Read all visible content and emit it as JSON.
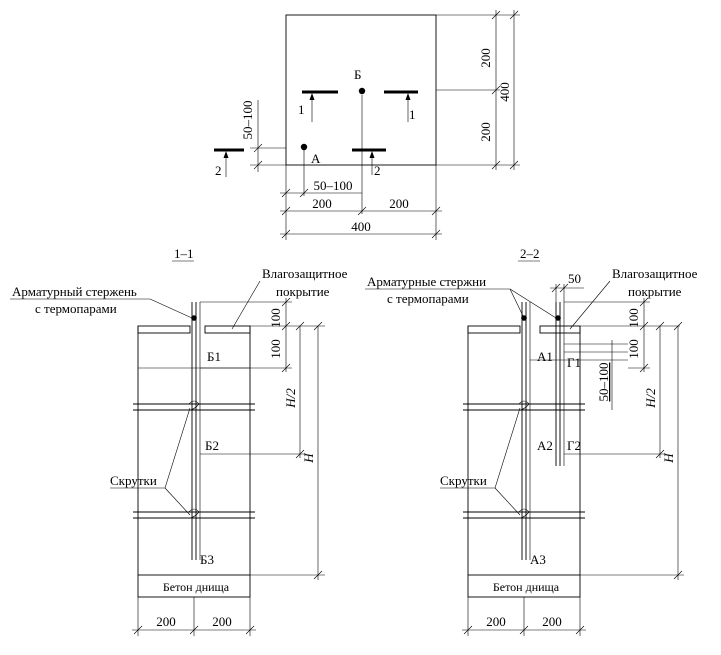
{
  "plan": {
    "point_a": "А",
    "point_b": "Б",
    "dim_200_top": "200",
    "dim_200_bottom": "200",
    "dim_400_right": "400",
    "dim_50_100_left": "50–100",
    "dim_50_100_bottom": "50–100",
    "dim_200_left": "200",
    "dim_200_right": "200",
    "dim_400_bottom": "400",
    "section1_left": "1",
    "section1_right": "1",
    "section2_left": "2",
    "section2_right": "2"
  },
  "section_1_1": {
    "title": "1–1",
    "rebar_label": "Арматурный стержень",
    "thermo_label": "с термопарами",
    "coating_label_1": "Влагозащитное",
    "coating_label_2": "покрытие",
    "dim_100_top": "100",
    "dim_100_bottom": "100",
    "b1": "Б1",
    "b2": "Б2",
    "b3": "Б3",
    "dim_h_half": "H/2",
    "dim_h": "H",
    "twists_label": "Скрутки",
    "bottom_concrete": "Бетон днища",
    "dim_200_left": "200",
    "dim_200_right": "200"
  },
  "section_2_2": {
    "title": "2–2",
    "rebars_label": "Арматурные стержни",
    "thermo_label": "с термопарами",
    "coating_label_1": "Влагозащитное",
    "coating_label_2": "покрытие",
    "dim_50": "50",
    "dim_100_top": "100",
    "dim_100_bottom": "100",
    "a1": "А1",
    "g1": "Г1",
    "a2": "А2",
    "g2": "Г2",
    "a3": "А3",
    "dim_50_100": "50–100",
    "dim_h_half": "H/2",
    "dim_h": "H",
    "twists_label": "Скрутки",
    "bottom_concrete": "Бетон днища",
    "dim_200_left": "200",
    "dim_200_right": "200"
  }
}
